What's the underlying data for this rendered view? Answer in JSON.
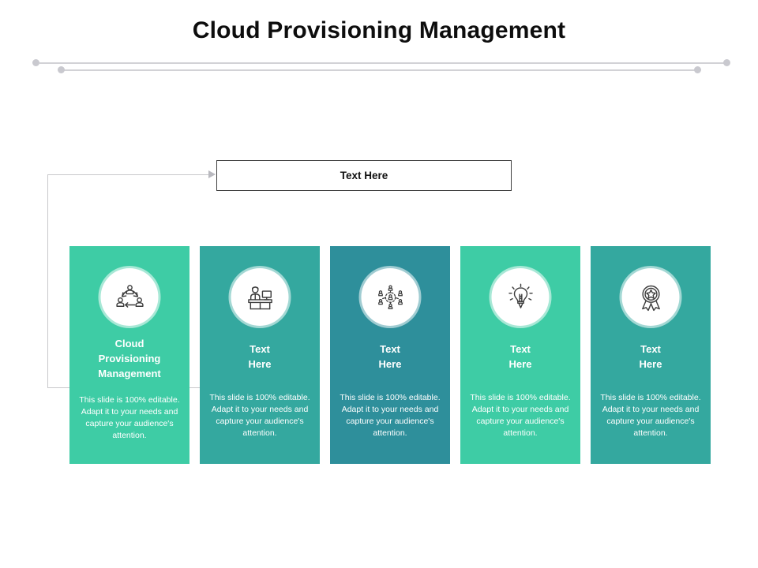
{
  "slide": {
    "title": "Cloud Provisioning Management"
  },
  "callout": {
    "label": "Text Here"
  },
  "colors": {
    "card_green": "#3ECCA5",
    "card_teal": "#34A89F",
    "card_blue_teal": "#2E8F9B",
    "title_text": "#0D0D0D",
    "rule": "#D2D2D6",
    "connector": "#C8C8CC",
    "callout_border": "#3F3F3F"
  },
  "cards": [
    {
      "icon": "team-network-icon",
      "title": "Cloud\nProvisioning\nManagement",
      "body": "This slide is 100% editable. Adapt it to your needs and capture your audience's attention.",
      "color": "#3ECCA5",
      "lines": 3
    },
    {
      "icon": "person-at-desk-icon",
      "title": "Text\nHere",
      "body": "This slide is 100% editable. Adapt it to your needs and capture your audience's attention.",
      "color": "#34A89F",
      "lines": 2
    },
    {
      "icon": "org-chart-people-icon",
      "title": "Text\nHere",
      "body": "This slide is 100% editable. Adapt it to your needs and capture your audience's attention.",
      "color": "#2E8F9B",
      "lines": 2
    },
    {
      "icon": "lightbulb-idea-icon",
      "title": "Text\nHere",
      "body": "This slide is 100% editable. Adapt it to your needs and capture your audience's attention.",
      "color": "#3ECCA5",
      "lines": 2
    },
    {
      "icon": "award-ribbon-star-icon",
      "title": "Text\nHere",
      "body": "This slide is 100% editable. Adapt it to your needs and capture your audience's attention.",
      "color": "#34A89F",
      "lines": 2
    }
  ]
}
